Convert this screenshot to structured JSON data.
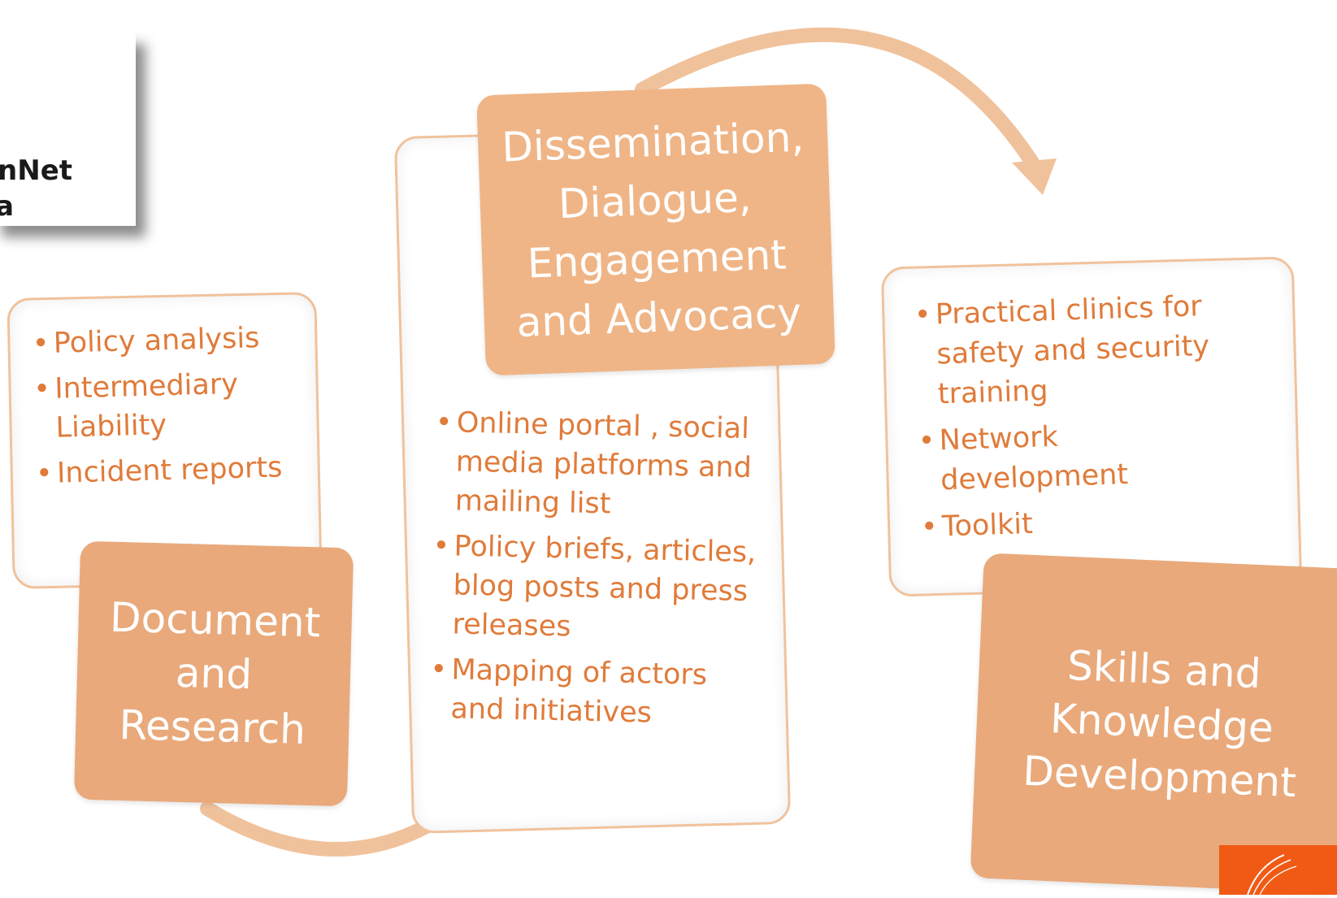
{
  "logo": {
    "text_line1": "enNet",
    "text_line2": "ca"
  },
  "stages": {
    "document": {
      "title": "Document\nand Research",
      "items": [
        "Policy analysis",
        "Intermediary Liability",
        "Incident reports"
      ]
    },
    "dissemination": {
      "title": "Dissemination,\nDialogue,\nEngagement\nand Advocacy",
      "items": [
        "Online portal , social media platforms and mailing list",
        "Policy briefs, articles, blog posts and press releases",
        "Mapping of actors and initiatives"
      ]
    },
    "skills": {
      "title": "Skills and\nKnowledge\nDevelopment",
      "items": [
        "Practical clinics for safety and security training",
        "Network development",
        "Toolkit"
      ]
    }
  },
  "colors": {
    "box_fill": "#e9a97b",
    "box_fill_top": "#efb587",
    "bullet_text": "#e07b3a",
    "panel_border": "#f0c29c",
    "arrow": "#f0c29c",
    "corner_logo": "#f05a14"
  }
}
